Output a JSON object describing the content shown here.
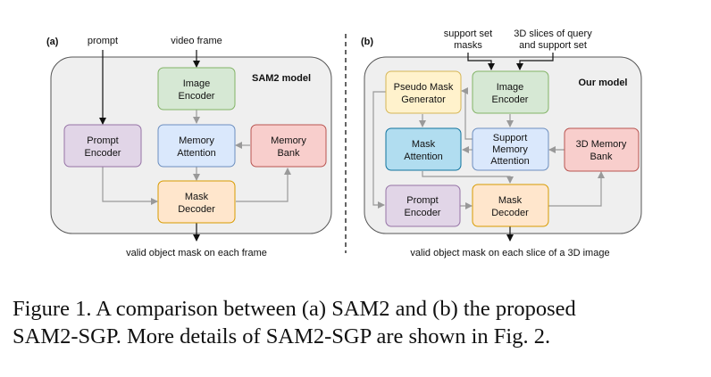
{
  "panel_a": {
    "tag": "(a)",
    "inputs": {
      "prompt": "prompt",
      "video_frame": "video frame"
    },
    "model_title": "SAM2 model",
    "blocks": {
      "image_encoder": [
        "Image",
        "Encoder"
      ],
      "prompt_encoder": [
        "Prompt",
        "Encoder"
      ],
      "memory_attention": [
        "Memory",
        "Attention"
      ],
      "memory_bank": [
        "Memory",
        "Bank"
      ],
      "mask_decoder": [
        "Mask",
        "Decoder"
      ]
    },
    "output": "valid object mask on each frame"
  },
  "panel_b": {
    "tag": "(b)",
    "inputs": {
      "support_masks": [
        "support set",
        "masks"
      ],
      "slices": [
        "3D slices of query",
        "and support set"
      ]
    },
    "model_title": "Our model",
    "blocks": {
      "pseudo_mask_generator": [
        "Pseudo Mask",
        "Generator"
      ],
      "image_encoder": [
        "Image",
        "Encoder"
      ],
      "mask_attention": [
        "Mask",
        "Attention"
      ],
      "support_memory_attention": [
        "Support",
        "Memory",
        "Attention"
      ],
      "memory_bank_3d": [
        "3D Memory",
        "Bank"
      ],
      "prompt_encoder": [
        "Prompt",
        "Encoder"
      ],
      "mask_decoder": [
        "Mask",
        "Decoder"
      ]
    },
    "output": "valid object mask on each slice of a 3D image"
  },
  "caption": {
    "line1": "Figure 1. A comparison between (a) SAM2 and (b) the proposed",
    "line2": "SAM2-SGP. More details of SAM2-SGP are shown in Fig. 2."
  },
  "colors": {
    "panel_bg": "#efefef",
    "panel_border": "#555555",
    "green": "#d6e8d4",
    "green_border": "#82b366",
    "purple": "#e1d5e7",
    "purple_border": "#9673a6",
    "blue": "#dae8fc",
    "blue_border": "#6c8ebf",
    "red": "#f8cecc",
    "red_border": "#b85450",
    "orange": "#ffe6cc",
    "orange_border": "#d79b00",
    "yellow": "#fff2cc",
    "yellow_border": "#d6b656",
    "teal": "#b1ddf0",
    "teal_border": "#10739e",
    "arrow_gray": "#999999",
    "arrow_black": "#111111"
  }
}
